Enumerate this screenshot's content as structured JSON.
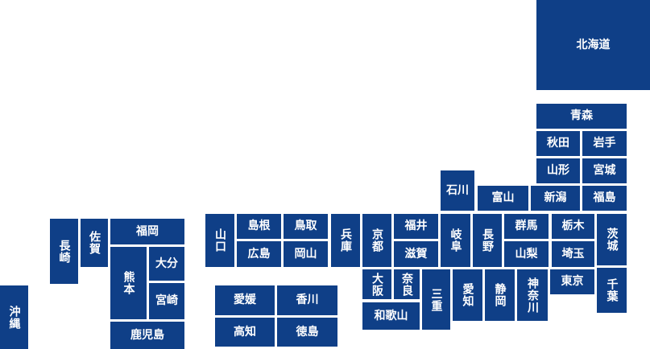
{
  "colors": {
    "tile": "#0f3f87",
    "background": "#ffffff",
    "text": "#ffffff"
  },
  "prefectures": {
    "hokkaido": "北海道",
    "aomori": "青森",
    "akita": "秋田",
    "iwate": "岩手",
    "yamagata": "山形",
    "miyagi": "宮城",
    "ishikawa": "石川",
    "toyama": "富山",
    "niigata": "新潟",
    "fukushima": "福島",
    "yamaguchi": "山口",
    "shimane": "島根",
    "tottori": "鳥取",
    "hyogo": "兵庫",
    "kyoto": "京都",
    "fukui": "福井",
    "gifu": "岐阜",
    "nagano": "長野",
    "gunma": "群馬",
    "tochigi": "栃木",
    "ibaraki": "茨城",
    "hiroshima": "広島",
    "okayama": "岡山",
    "shiga": "滋賀",
    "yamanashi": "山梨",
    "saitama": "埼玉",
    "osaka": "大阪",
    "nara": "奈良",
    "mie": "三重",
    "aichi": "愛知",
    "shizuoka": "静岡",
    "kanagawa": "神奈川",
    "tokyo": "東京",
    "chiba": "千葉",
    "wakayama": "和歌山",
    "nagasaki": "長崎",
    "saga": "佐賀",
    "fukuoka": "福岡",
    "kumamoto": "熊本",
    "oita": "大分",
    "miyazaki": "宮崎",
    "kagoshima": "鹿児島",
    "okinawa": "沖縄",
    "ehime": "愛媛",
    "kagawa": "香川",
    "kochi": "高知",
    "tokushima": "徳島"
  }
}
